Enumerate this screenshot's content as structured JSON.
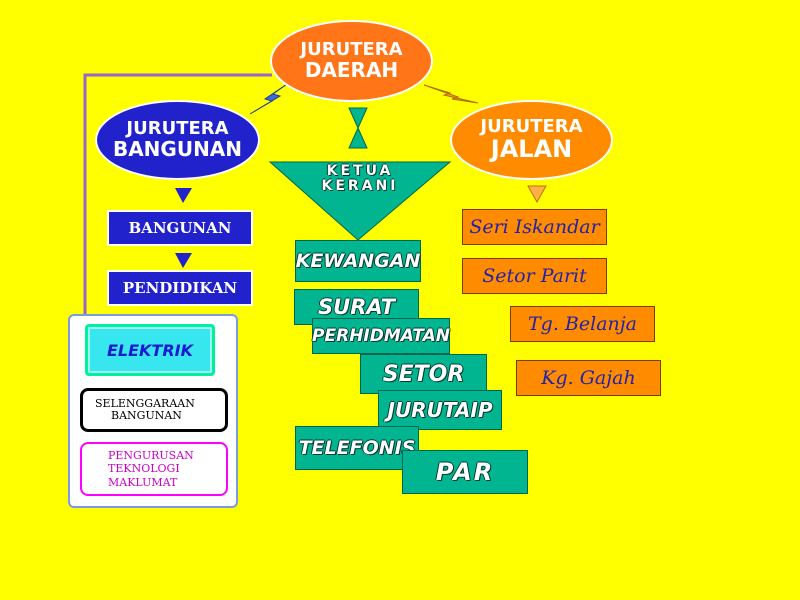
{
  "nodes": {
    "jurutera_daerah": {
      "line1": "JURUTERA",
      "line2": "DAERAH"
    },
    "jurutera_bangunan": {
      "line1": "JURUTERA",
      "line2": "BANGUNAN"
    },
    "jurutera_jalan": {
      "line1": "JURUTERA",
      "line2": "JALAN"
    },
    "ketua_kerani": {
      "line1": "KETUA",
      "line2": "KERANI"
    }
  },
  "bangunan_units": [
    "BANGUNAN",
    "PENDIDIKAN"
  ],
  "jalan_units": [
    "Seri Iskandar",
    "Setor Parit",
    "Tg. Belanja",
    "Kg. Gajah"
  ],
  "kerani_units": [
    "KEWANGAN",
    "SURAT",
    "PERHIDMATAN",
    "SETOR",
    "JURUTAIP",
    "TELEFONIS",
    "PAR"
  ],
  "panel": {
    "elektrik": "ELEKTRIK",
    "selenggaraan": [
      "SELENGGARAAN",
      "BANGUNAN"
    ],
    "pengurusan": [
      "PENGURUSAN",
      "TEKNOLOGI",
      "MAKLUMAT"
    ]
  },
  "colors": {
    "background": "#FFFF00",
    "daerah": "#FF7518",
    "bangunan": "#2222CC",
    "jalan": "#FF8C00",
    "teal": "#00B58F",
    "connector": "#9966CC"
  }
}
